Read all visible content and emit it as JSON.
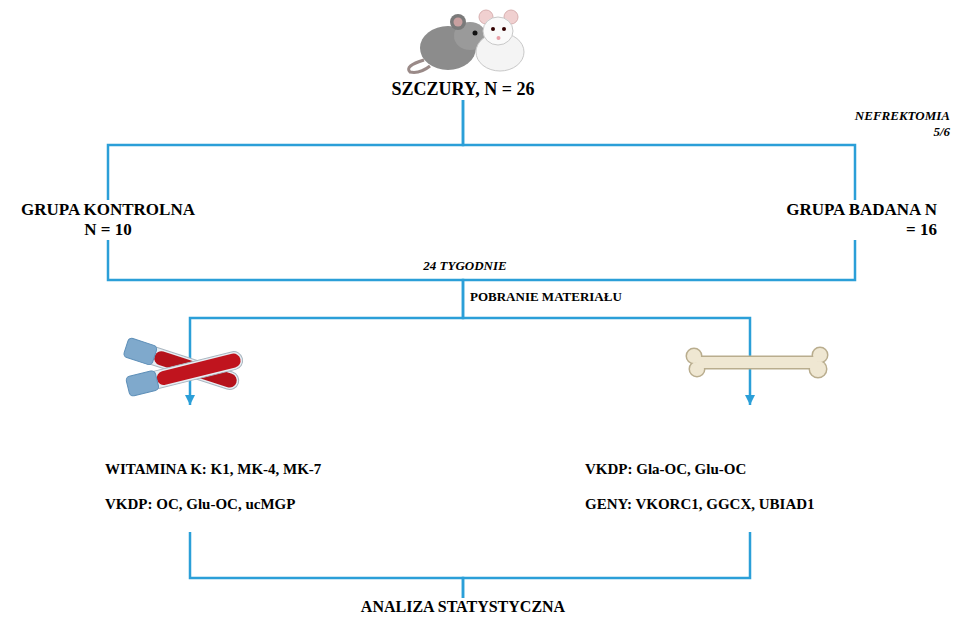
{
  "diagram": {
    "nodes": [
      {
        "text": [
          "SZCZURY, N = 26"
        ]
      },
      {
        "text": [
          "GRUPA KONTROLNA N = 10"
        ]
      },
      {
        "text": [
          "GRUPA BADANA N = 16"
        ]
      },
      {
        "text": [
          "POBRANIE MATERIAŁU"
        ]
      },
      {
        "text": [
          "WITAMINA K: K1, MK-4, MK-7",
          "VKDP: OC, Glu-OC, ucMGP"
        ]
      },
      {
        "text": [
          "VKDP: Gla-OC, Glu-OC",
          "GENY: VKORC1, GGCX, UBIAD1"
        ]
      },
      {
        "text": [
          "ANALIZA STATYSTYCZNA"
        ]
      }
    ],
    "edges": [
      {
        "from": 0,
        "to": 1,
        "arrow": "none"
      },
      {
        "from": 0,
        "to": 2,
        "arrow": "none"
      },
      {
        "from": 1,
        "to": 3,
        "arrow": "none"
      },
      {
        "from": 2,
        "to": 3,
        "arrow": "none"
      },
      {
        "from": 3,
        "to": 4,
        "arrow": "to"
      },
      {
        "from": 3,
        "to": 5,
        "arrow": "to"
      },
      {
        "from": 4,
        "to": 6,
        "arrow": "none"
      },
      {
        "from": 5,
        "to": 6,
        "arrow": "none"
      }
    ],
    "labels": [
      "NEFREKTOMIA 5/6",
      "24 TYGODNIE"
    ]
  }
}
